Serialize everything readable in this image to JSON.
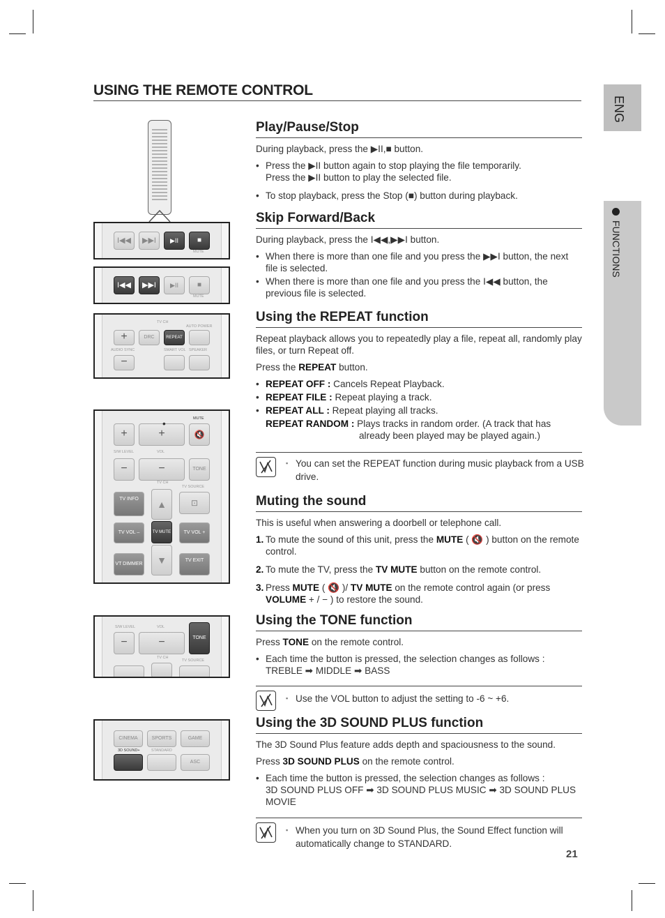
{
  "page": {
    "title": "USING THE REMOTE CONTROL",
    "lang_tab": "ENG",
    "section_tab": "FUNCTIONS",
    "page_number": "21"
  },
  "play": {
    "heading": "Play/Pause/Stop",
    "intro_pre": "During playback, press the ",
    "intro_symbols": "▶II,■",
    "intro_post": " button.",
    "b1_pre": "Press the ",
    "b1_sym": "▶II",
    "b1_post": " button again to stop playing the file temporarily.",
    "b1b_pre": "Press the ",
    "b1b_sym": "▶II",
    "b1b_post": " button to play the selected file.",
    "b2": "To stop playback, press the Stop (■) button during playback."
  },
  "skip": {
    "heading": "Skip Forward/Back",
    "intro_pre": "During playback, press the ",
    "intro_symbols": "I◀◀,▶▶I",
    "intro_post": " button.",
    "b1_pre": "When there is more than one file and you press the ",
    "b1_sym": "▶▶I",
    "b1_post": " button, the next file is selected.",
    "b2_pre": "When there is more than one file and you press the ",
    "b2_sym": "I◀◀",
    "b2_post": " button, the previous file is selected."
  },
  "repeat": {
    "heading": "Using the REPEAT function",
    "intro": "Repeat playback allows you to repeatedly play a file, repeat all, randomly play files, or turn Repeat off.",
    "press_pre": "Press the ",
    "press_key": "REPEAT",
    "press_post": " button.",
    "items": [
      {
        "key": "REPEAT OFF :",
        "text": " Cancels Repeat Playback."
      },
      {
        "key": "REPEAT FILE :",
        "text": " Repeat playing a track."
      },
      {
        "key": "REPEAT ALL :",
        "text": " Repeat playing all tracks."
      },
      {
        "key": "REPEAT RANDOM :",
        "text": " Plays tracks in random order. (A track that has already been played may be played again.)"
      }
    ],
    "note": "You can set the REPEAT function during music playback from a USB drive."
  },
  "mute": {
    "heading": "Muting the sound",
    "intro": "This is useful when answering a doorbell or telephone call.",
    "s1_num": "1.",
    "s1_pre": "To mute the sound of this unit, press the ",
    "s1_key": "MUTE",
    "s1_post": " ( 🔇 ) button on the remote control.",
    "s2_num": "2.",
    "s2_pre": "To mute the TV, press the ",
    "s2_key": "TV MUTE",
    "s2_post": " button on the remote control.",
    "s3_num": "3.",
    "s3_pre": "Press ",
    "s3_key1": "MUTE",
    "s3_mid": " ( 🔇 )/ ",
    "s3_key2": "TV MUTE",
    "s3_mid2": " on the remote control again (or press ",
    "s3_key3": "VOLUME",
    "s3_post": " + / − ) to restore the sound."
  },
  "tone": {
    "heading": "Using the TONE function",
    "press_pre": "Press ",
    "press_key": "TONE",
    "press_post": " on the remote control.",
    "b1": "Each time the button is pressed, the selection changes as follows :",
    "b1_seq": "TREBLE ➡ MIDDLE ➡ BASS",
    "note": "Use the VOL button to adjust the setting to -6 ~ +6."
  },
  "sound3d": {
    "heading": "Using the 3D SOUND PLUS function",
    "intro": "The 3D Sound Plus feature adds depth and spaciousness to the sound.",
    "press_pre": "Press ",
    "press_key": "3D SOUND PLUS",
    "press_post": " on the remote control.",
    "b1": "Each time the button is pressed, the selection changes as follows :",
    "b1_seq": "3D SOUND PLUS OFF ➡ 3D SOUND PLUS MUSIC ➡ 3D SOUND PLUS MOVIE",
    "note": "When you turn on 3D Sound Plus, the Sound Effect function will automatically change to STANDARD."
  },
  "remote_labels": {
    "mute": "MUTE",
    "tvch": "TV CH",
    "auto_power": "AUTO POWER",
    "drc": "DRC",
    "repeat": "REPEAT",
    "audio_sync": "AUDIO SYNC",
    "smart_vol": "SMART VOL",
    "speaker": "SPEAKER",
    "sw_level": "S/W LEVEL",
    "vol": "VOL",
    "tone": "TONE",
    "tv_source": "TV SOURCE",
    "tv_info": "TV INFO",
    "tv_vol_minus": "TV VOL –",
    "tv_mute": "TV MUTE",
    "tv_vol_plus": "TV VOL +",
    "vt_dimmer": "VT DIMMER",
    "tv_exit": "TV EXIT",
    "cinema": "CINEMA",
    "sports": "SPORTS",
    "game": "GAME",
    "sound3d": "3D SOUND+",
    "standard": "STANDARD",
    "asc": "ASC"
  }
}
